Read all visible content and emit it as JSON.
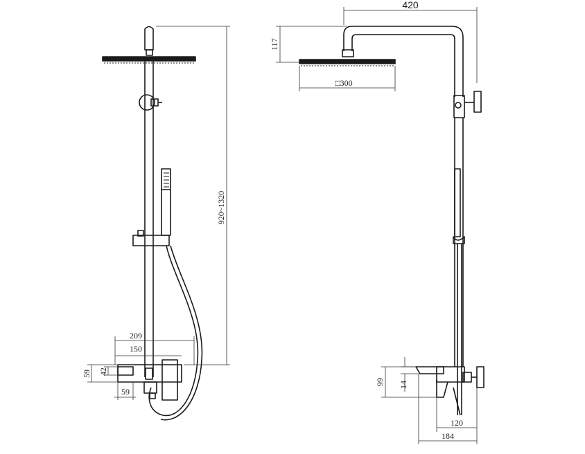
{
  "front_view": {
    "height_label": "920~1320",
    "width_209_label": "209",
    "width_150_label": "150",
    "depth_59_left_label": "59",
    "depth_42_label": "42",
    "width_59_bottom_label": "59"
  },
  "side_view": {
    "arm_length_label": "420",
    "head_height_label": "117",
    "head_size_label": "□300",
    "spout_height_label": "99",
    "spout_outlet_label": "14",
    "spout_reach_120_label": "120",
    "spout_reach_184_label": "184"
  }
}
